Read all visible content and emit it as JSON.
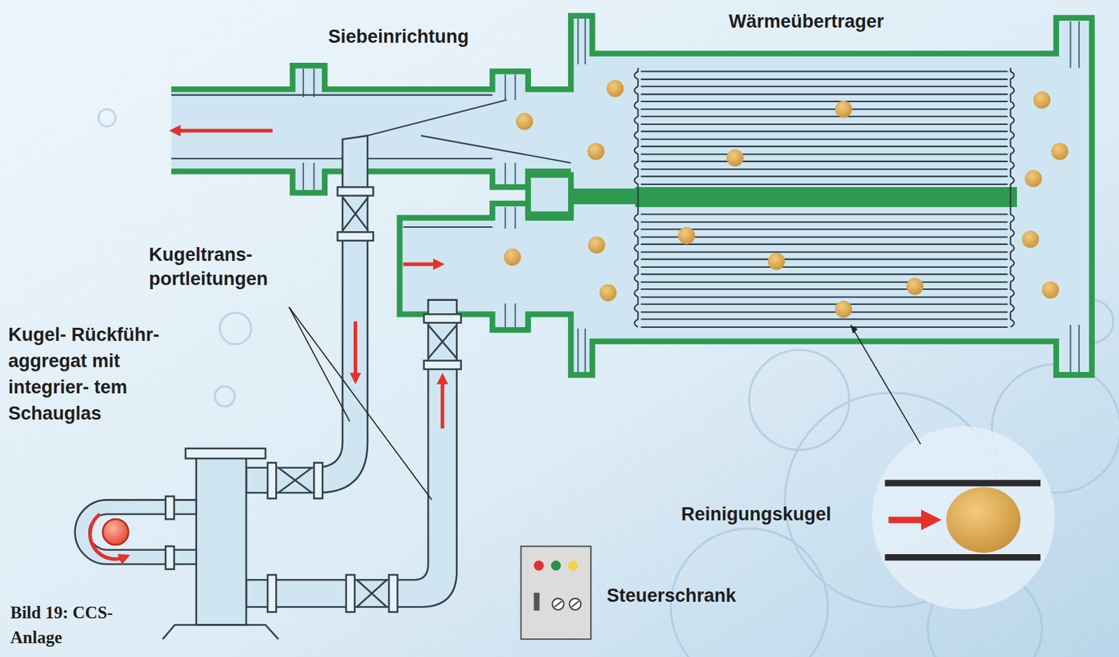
{
  "diagram": {
    "caption": "Bild 19: CCS-Anlage",
    "labels": [
      "Siebeinrichtung",
      "Wärmeübertrager",
      "Kugeltrans- portleitungen",
      "Kugel- Rückführ- aggregat mit integrier- tem Schauglas",
      "Reinigungskugel",
      "Steuerschrank"
    ]
  }
}
